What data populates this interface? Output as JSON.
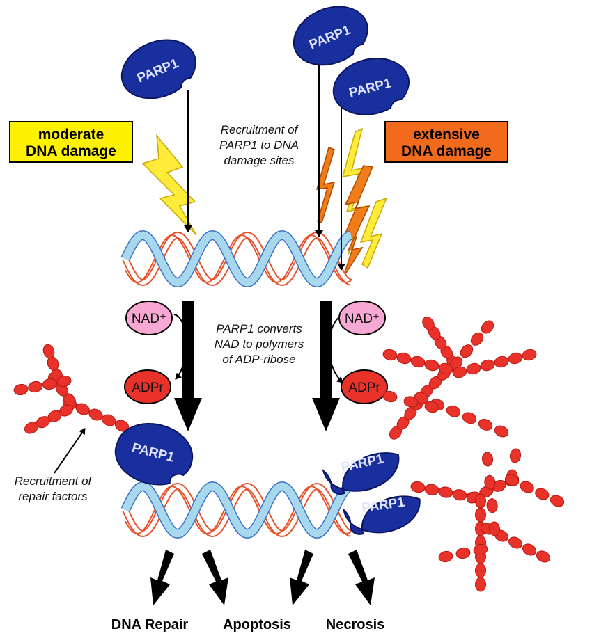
{
  "labels": {
    "moderate_line1": "moderate",
    "moderate_line2": "DNA damage",
    "extensive_line1": "extensive",
    "extensive_line2": "DNA damage",
    "recruit_line1": "Recruitment of",
    "recruit_line2": "PARP1 to DNA",
    "recruit_line3": "damage sites",
    "convert_line1": "PARP1 converts",
    "convert_line2": "NAD to polymers",
    "convert_line3": "of ADP-ribose",
    "repair_line1": "Recruitment of",
    "repair_line2": "repair factors",
    "parp": "PARP1",
    "nad": "NAD⁺",
    "adpr": "ADPr"
  },
  "outcomes": [
    "DNA Repair",
    "Apoptosis",
    "Necrosis"
  ],
  "colors": {
    "parp_fill": "#1a2f9e",
    "parp_stroke": "#0a1660",
    "nad_fill": "#f7a8d3",
    "adpr_fill": "#e8322a",
    "polymer_bead": "#e8322a",
    "moderate_box": "#fff200",
    "extensive_box": "#f26a1b",
    "bolt_yellow": "#ffec3a",
    "bolt_orange": "#f07d1a",
    "dna_red": "#e8512a",
    "dna_blue": "#a8d8ee"
  }
}
